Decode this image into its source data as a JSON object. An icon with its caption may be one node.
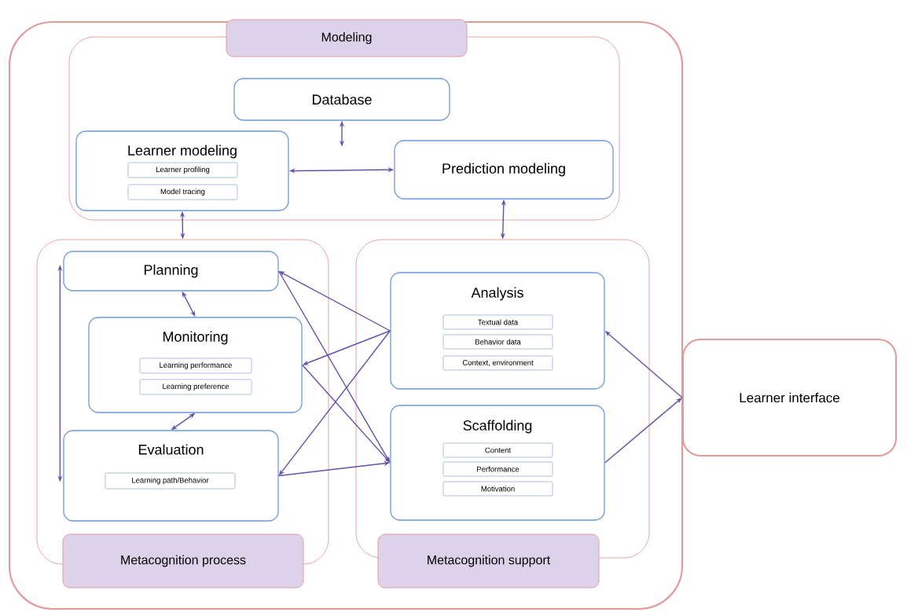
{
  "diagram": {
    "nodes": [
      {
        "text": [],
        "shape": "box"
      },
      {
        "text": [
          "Modeling"
        ],
        "in": 0
      },
      {
        "text": [
          "Database"
        ],
        "in": 1
      },
      {
        "text": [
          "Learner modeling"
        ],
        "in": 1
      },
      {
        "text": [
          "Learner profiling"
        ],
        "in": 3
      },
      {
        "text": [
          "Model tracing"
        ],
        "in": 3
      },
      {
        "text": [
          "Prediction modeling"
        ],
        "in": 1
      },
      {
        "text": [
          "Metacognition process"
        ],
        "in": 0
      },
      {
        "text": [
          "Planning"
        ],
        "in": 7
      },
      {
        "text": [
          "Monitoring"
        ],
        "in": 7
      },
      {
        "text": [
          "Learning performance"
        ],
        "in": 9
      },
      {
        "text": [
          "Learning preference"
        ],
        "in": 9
      },
      {
        "text": [
          "Evaluation"
        ],
        "in": 7
      },
      {
        "text": [
          "Learning path/Behavior"
        ],
        "in": 12
      },
      {
        "text": [
          "Metacognition support"
        ],
        "in": 0
      },
      {
        "text": [
          "Analysis"
        ],
        "in": 14
      },
      {
        "text": [
          "Textual data"
        ],
        "in": 15
      },
      {
        "text": [
          "Behavior data"
        ],
        "in": 15
      },
      {
        "text": [
          "Context, environment"
        ],
        "in": 15
      },
      {
        "text": [
          "Scaffolding"
        ],
        "in": 14
      },
      {
        "text": [
          "Content"
        ],
        "in": 19
      },
      {
        "text": [
          "Performance"
        ],
        "in": 19
      },
      {
        "text": [
          "Motivation"
        ],
        "in": 19
      },
      {
        "text": [
          "Learner interface"
        ]
      }
    ],
    "edges": [
      {
        "from": null,
        "to": 2,
        "arrow": "both"
      },
      {
        "from": 3,
        "to": 6,
        "arrow": "both"
      },
      {
        "from": 3,
        "to": 7,
        "arrow": "both"
      },
      {
        "from": 6,
        "to": 14,
        "arrow": "both"
      },
      {
        "from": 8,
        "to": 9,
        "arrow": "both"
      },
      {
        "from": 9,
        "to": 12,
        "arrow": "both"
      },
      {
        "from": 8,
        "to": 12,
        "arrow": "both"
      },
      {
        "from": 15,
        "to": 8,
        "arrow": "to"
      },
      {
        "from": 15,
        "to": 9,
        "arrow": "to"
      },
      {
        "from": 15,
        "to": 12,
        "arrow": "to"
      },
      {
        "from": 8,
        "to": 19,
        "arrow": "to"
      },
      {
        "from": 9,
        "to": 19,
        "arrow": "to"
      },
      {
        "from": 12,
        "to": 19,
        "arrow": "to"
      },
      {
        "from": 23,
        "to": 15,
        "arrow": "to"
      },
      {
        "from": 19,
        "to": 23,
        "arrow": "to"
      }
    ]
  }
}
